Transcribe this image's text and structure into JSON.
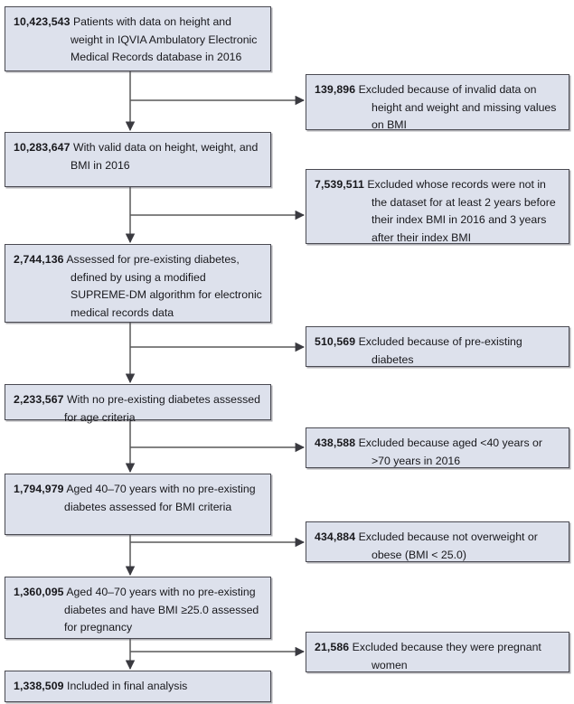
{
  "diagram": {
    "title": "Patient selection flow diagram",
    "colors": {
      "box_fill": "#dde1ec",
      "box_border": "#4a4a52",
      "connector": "#595959",
      "text": "#18181c"
    },
    "main_nodes": [
      {
        "id": "node-total-patients",
        "count": "10,423,543",
        "text": "Patients with data on height and weight in IQVIA Ambulatory Electronic Medical Records database in 2016"
      },
      {
        "id": "node-valid-data",
        "count": "10,283,647",
        "text": "With valid data on height, weight, and BMI in 2016"
      },
      {
        "id": "node-assessed-diabetes",
        "count": "2,744,136",
        "text": "Assessed for pre-existing diabetes, defined by using a modified SUPREME-DM algorithm for electronic medical records data"
      },
      {
        "id": "node-no-diabetes-age",
        "count": "2,233,567",
        "text": "With no pre-existing diabetes assessed for age criteria"
      },
      {
        "id": "node-aged-40-70-bmi",
        "count": "1,794,979",
        "text": "Aged 40–70 years with no pre-existing diabetes assessed for BMI criteria"
      },
      {
        "id": "node-bmi-25-pregnancy",
        "count": "1,360,095",
        "text": "Aged 40–70 years with no pre-existing diabetes and have BMI ≥25.0 assessed for pregnancy"
      },
      {
        "id": "node-final-analysis",
        "count": "1,338,509",
        "text": "Included in final analysis"
      }
    ],
    "exclusion_nodes": [
      {
        "id": "node-excl-invalid-data",
        "count": "139,896",
        "text": "Excluded because of invalid data on height and weight and missing values on BMI"
      },
      {
        "id": "node-excl-records-window",
        "count": "7,539,511",
        "text": "Excluded whose records were not in the dataset for at least 2 years before their index BMI in 2016 and 3 years after their index BMI"
      },
      {
        "id": "node-excl-pre-existing-diabetes",
        "count": "510,569",
        "text": "Excluded because of pre-existing diabetes"
      },
      {
        "id": "node-excl-age",
        "count": "438,588",
        "text": "Excluded because aged <40 years or >70 years in 2016"
      },
      {
        "id": "node-excl-not-overweight",
        "count": "434,884",
        "text": "Excluded because not overweight or obese (BMI < 25.0)"
      },
      {
        "id": "node-excl-pregnant",
        "count": "21,586",
        "text": "Excluded because they were pregnant women"
      }
    ]
  }
}
